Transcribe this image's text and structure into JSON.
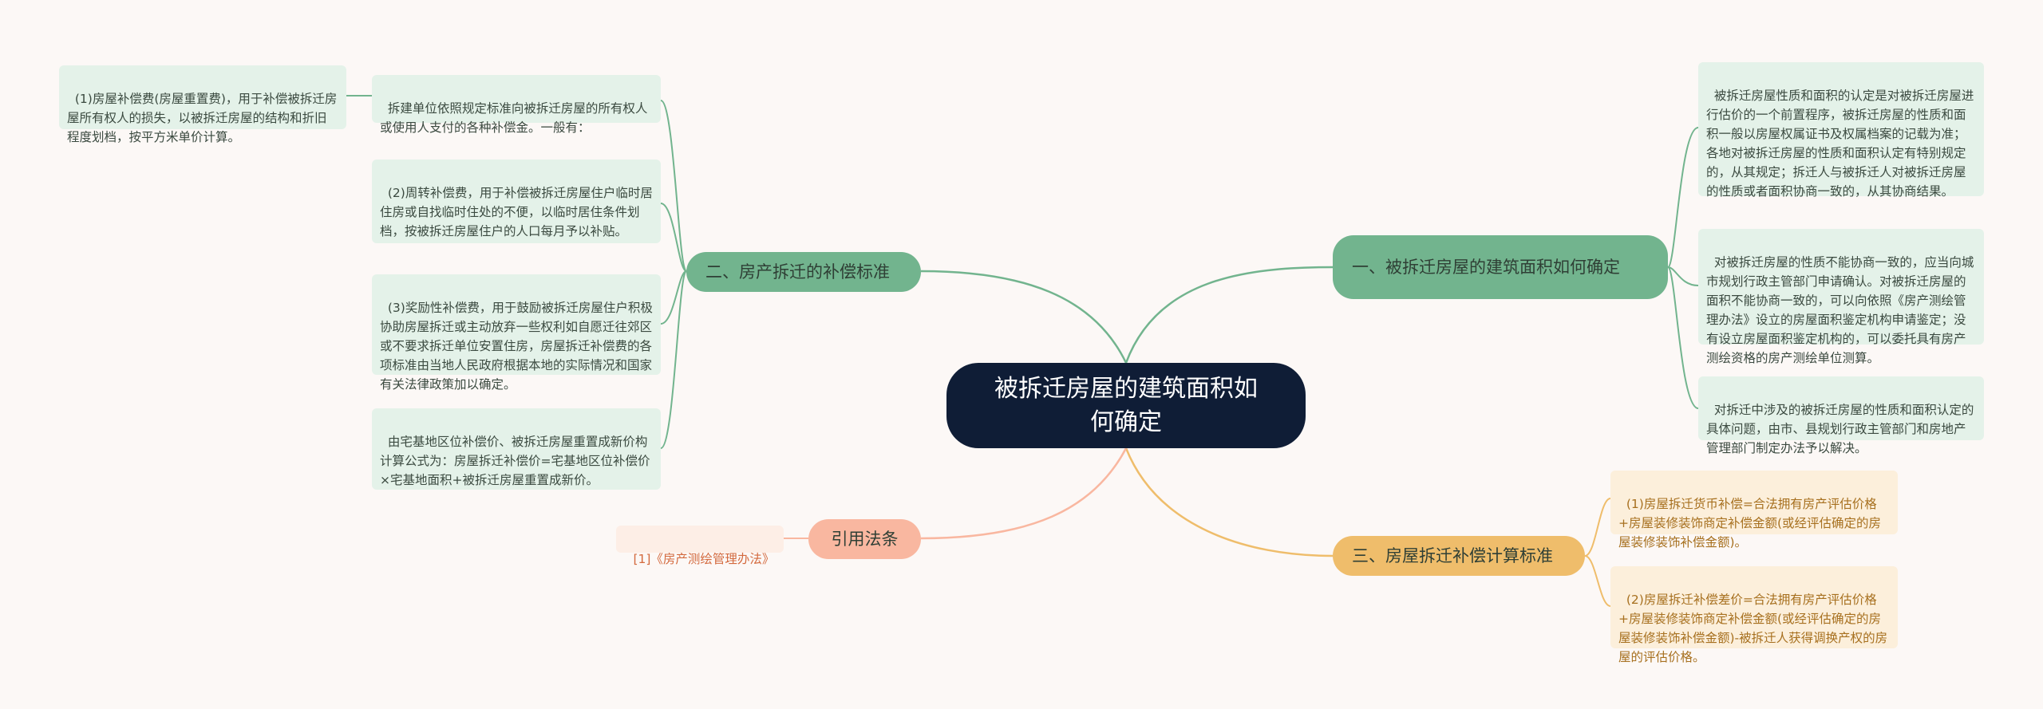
{
  "root": {
    "title": "被拆迁房屋的建筑面积如何确定"
  },
  "branches": {
    "b1": {
      "label": "一、被拆迁房屋的建筑面积如何确定"
    },
    "b2": {
      "label": "二、房产拆迁的补偿标准"
    },
    "b3": {
      "label": "三、房屋拆迁补偿计算标准"
    },
    "b4": {
      "label": "引用法条"
    }
  },
  "leaves": {
    "r1": "被拆迁房屋性质和面积的认定是对被拆迁房屋进行估价的一个前置程序，被拆迁房屋的性质和面积一般以房屋权属证书及权属档案的记载为准；各地对被拆迁房屋的性质和面积认定有特别规定的，从其规定；拆迁人与被拆迁人对被拆迁房屋的性质或者面积协商一致的，从其协商结果。",
    "r2": "对被拆迁房屋的性质不能协商一致的，应当向城市规划行政主管部门申请确认。对被拆迁房屋的面积不能协商一致的，可以向依照《房产测绘管理办法》设立的房屋面积鉴定机构申请鉴定；没有设立房屋面积鉴定机构的，可以委托具有房产测绘资格的房产测绘单位测算。",
    "r3": "对拆迁中涉及的被拆迁房屋的性质和面积认定的具体问题，由市、县规划行政主管部门和房地产管理部门制定办法予以解决。",
    "l1": "拆建单位依照规定标准向被拆迁房屋的所有权人或使用人支付的各种补偿金。一般有：",
    "l1a": "(1)房屋补偿费(房屋重置费)，用于补偿被拆迁房屋所有权人的损失，以被拆迁房屋的结构和折旧程度划档，按平方米单价计算。",
    "l2": "(2)周转补偿费，用于补偿被拆迁房屋住户临时居住房或自找临时住处的不便，以临时居住条件划档，按被拆迁房屋住户的人口每月予以补贴。",
    "l3": "(3)奖励性补偿费，用于鼓励被拆迁房屋住户积极协助房屋拆迁或主动放弃一些权利如自愿迁往郊区或不要求拆迁单位安置住房，房屋拆迁补偿费的各项标准由当地人民政府根据本地的实际情况和国家有关法律政策加以确定。",
    "l4": "由宅基地区位补偿价、被拆迁房屋重置成新价构计算公式为：房屋拆迁补偿价=宅基地区位补偿价×宅基地面积+被拆迁房屋重置成新价。",
    "y1": "(1)房屋拆迁货币补偿=合法拥有房产评估价格+房屋装修装饰商定补偿金额(或经评估确定的房屋装修装饰补偿金额)。",
    "y2": "(2)房屋拆迁补偿差价=合法拥有房产评估价格+房屋装修装饰商定补偿金额(或经评估确定的房屋装修装饰补偿金额)-被拆迁人获得调换产权的房屋的评估价格。",
    "s1": "[1]《房产测绘管理办法》"
  },
  "colors": {
    "background": "#fcf8f6",
    "root": "#0f1d36",
    "green_branch": "#72b48e",
    "green_leaf": "#e4f2e9",
    "yellow_branch": "#efbd6b",
    "yellow_leaf": "#fcefdb",
    "salmon_branch": "#f9b7a0",
    "salmon_leaf": "#fdeee6"
  }
}
